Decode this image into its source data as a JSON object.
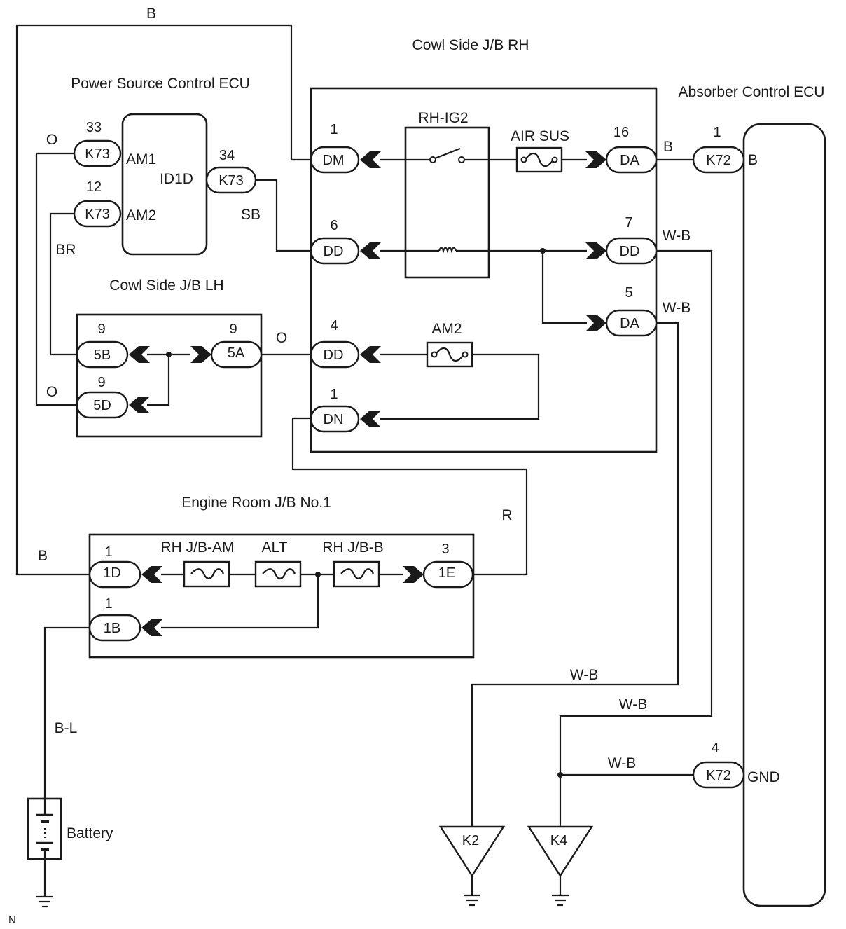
{
  "components": {
    "power_source_ecu": {
      "title": "Power Source Control ECU",
      "connector_id": "ID1D",
      "pins": [
        {
          "num": "33",
          "conn": "K73",
          "term": "AM1"
        },
        {
          "num": "12",
          "conn": "K73",
          "term": "AM2"
        },
        {
          "num": "34",
          "conn": "K73",
          "term": ""
        }
      ]
    },
    "cowl_rh": {
      "title": "Cowl Side J/B RH",
      "relay": "RH-IG2",
      "fuses": [
        "AIR SUS",
        "AM2"
      ],
      "pins": [
        {
          "num": "1",
          "conn": "DM"
        },
        {
          "num": "6",
          "conn": "DD"
        },
        {
          "num": "4",
          "conn": "DD"
        },
        {
          "num": "1",
          "conn": "DN"
        },
        {
          "num": "16",
          "conn": "DA"
        },
        {
          "num": "7",
          "conn": "DD"
        },
        {
          "num": "5",
          "conn": "DA"
        }
      ]
    },
    "cowl_lh": {
      "title": "Cowl Side J/B LH",
      "pins": [
        {
          "num": "9",
          "conn": "5B"
        },
        {
          "num": "9",
          "conn": "5A"
        },
        {
          "num": "9",
          "conn": "5D"
        }
      ]
    },
    "engine_room": {
      "title": "Engine Room J/B No.1",
      "fuses": [
        "RH J/B-AM",
        "ALT",
        "RH J/B-B"
      ],
      "pins": [
        {
          "num": "1",
          "conn": "1D"
        },
        {
          "num": "3",
          "conn": "1E"
        },
        {
          "num": "1",
          "conn": "1B"
        }
      ]
    },
    "absorber_ecu": {
      "title": "Absorber Control ECU",
      "pins": [
        {
          "num": "1",
          "conn": "K72",
          "term": "B"
        },
        {
          "num": "4",
          "conn": "K72",
          "term": "GND"
        }
      ]
    },
    "battery": {
      "label": "Battery"
    },
    "grounds": [
      "K2",
      "K4"
    ]
  },
  "wires": {
    "top_b": "B",
    "o_am1": "O",
    "br": "BR",
    "sb": "SB",
    "o_5d": "O",
    "o_5a": "O",
    "b_da16": "B",
    "wb_dd7": "W-B",
    "wb_da5": "W-B",
    "r": "R",
    "b_1d": "B",
    "bl": "B-L",
    "wb_k2": "W-B",
    "wb_k4": "W-B",
    "wb_gnd": "W-B"
  },
  "corner_mark": "N"
}
